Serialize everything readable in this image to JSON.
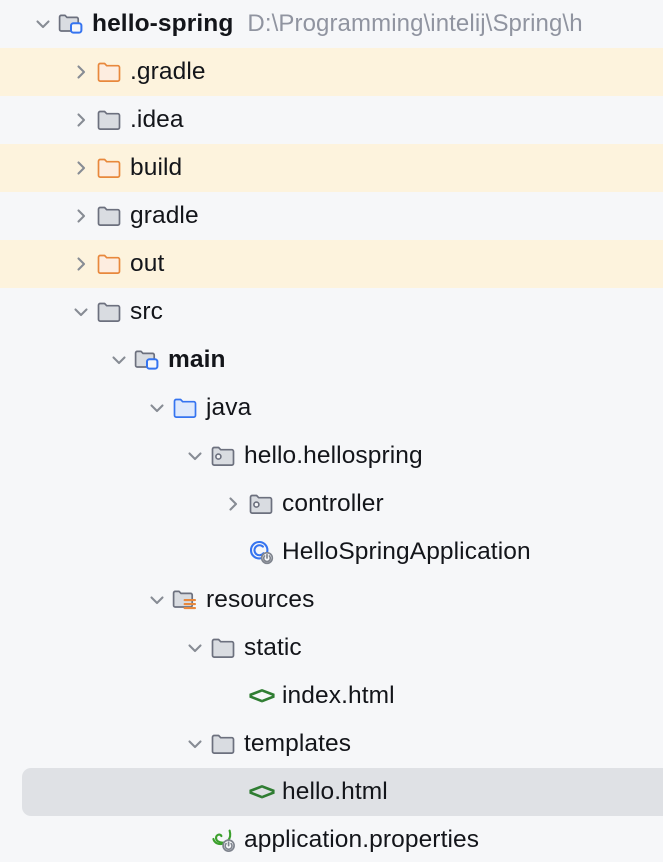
{
  "colors": {
    "background": "#F6F7F9",
    "excluded_row": "#FDF3DD",
    "selected_row": "#DFE1E5",
    "text": "#13151A",
    "path_text": "#9094A0",
    "twisty": "#878C94",
    "folder_gray": "#D9DCE1",
    "folder_gray_stroke": "#6C707E",
    "folder_orange": "#FDEDE0",
    "folder_orange_stroke": "#E8883C",
    "folder_blue": "#DEE9FC",
    "folder_blue_stroke": "#3574F0",
    "badge_blue": "#3574F0",
    "html_green": "#2F7D32",
    "spring_green": "#3BA02C",
    "class_blue": "#3574F0",
    "resources_orange": "#E8883C"
  },
  "tree": {
    "root": {
      "label": "hello-spring",
      "path": "D:\\Programming\\intelij\\Spring\\h",
      "twisty": "expanded",
      "icon": "project-folder-icon",
      "indent": 0,
      "bold": true,
      "selected": false,
      "excluded": false
    },
    "items": [
      {
        "label": ".gradle",
        "twisty": "collapsed",
        "icon": "folder-orange-icon",
        "indent": 1,
        "bold": false,
        "selected": false,
        "excluded": true
      },
      {
        "label": ".idea",
        "twisty": "collapsed",
        "icon": "folder-gray-icon",
        "indent": 1,
        "bold": false,
        "selected": false,
        "excluded": false
      },
      {
        "label": "build",
        "twisty": "collapsed",
        "icon": "folder-orange-icon",
        "indent": 1,
        "bold": false,
        "selected": false,
        "excluded": true
      },
      {
        "label": "gradle",
        "twisty": "collapsed",
        "icon": "folder-gray-icon",
        "indent": 1,
        "bold": false,
        "selected": false,
        "excluded": false
      },
      {
        "label": "out",
        "twisty": "collapsed",
        "icon": "folder-orange-icon",
        "indent": 1,
        "bold": false,
        "selected": false,
        "excluded": true
      },
      {
        "label": "src",
        "twisty": "expanded",
        "icon": "folder-gray-icon",
        "indent": 1,
        "bold": false,
        "selected": false,
        "excluded": false
      },
      {
        "label": "main",
        "twisty": "expanded",
        "icon": "module-folder-icon",
        "indent": 2,
        "bold": true,
        "selected": false,
        "excluded": false
      },
      {
        "label": "java",
        "twisty": "expanded",
        "icon": "folder-blue-icon",
        "indent": 3,
        "bold": false,
        "selected": false,
        "excluded": false
      },
      {
        "label": "hello.hellospring",
        "twisty": "expanded",
        "icon": "package-icon",
        "indent": 4,
        "bold": false,
        "selected": false,
        "excluded": false
      },
      {
        "label": "controller",
        "twisty": "collapsed",
        "icon": "package-icon",
        "indent": 5,
        "bold": false,
        "selected": false,
        "excluded": false
      },
      {
        "label": "HelloSpringApplication",
        "twisty": "none",
        "icon": "spring-class-run-icon",
        "indent": 5,
        "bold": false,
        "selected": false,
        "excluded": false
      },
      {
        "label": "resources",
        "twisty": "expanded",
        "icon": "resources-folder-icon",
        "indent": 3,
        "bold": false,
        "selected": false,
        "excluded": false
      },
      {
        "label": "static",
        "twisty": "expanded",
        "icon": "folder-gray-icon",
        "indent": 4,
        "bold": false,
        "selected": false,
        "excluded": false
      },
      {
        "label": "index.html",
        "twisty": "none",
        "icon": "html-icon",
        "indent": 5,
        "bold": false,
        "selected": false,
        "excluded": false
      },
      {
        "label": "templates",
        "twisty": "expanded",
        "icon": "folder-gray-icon",
        "indent": 4,
        "bold": false,
        "selected": false,
        "excluded": false
      },
      {
        "label": "hello.html",
        "twisty": "none",
        "icon": "html-icon",
        "indent": 5,
        "bold": false,
        "selected": true,
        "excluded": false
      },
      {
        "label": "application.properties",
        "twisty": "none",
        "icon": "spring-properties-icon",
        "indent": 4,
        "bold": false,
        "selected": false,
        "excluded": false
      }
    ]
  }
}
